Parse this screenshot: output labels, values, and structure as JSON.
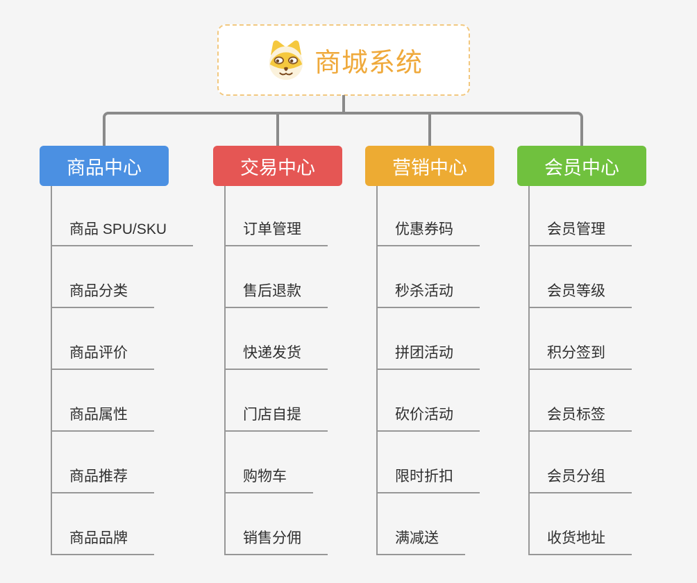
{
  "root": {
    "title": "商城系统",
    "icon": "dog-face-icon"
  },
  "branches": [
    {
      "label": "商品中心",
      "color": "#4B90E2",
      "items": [
        "商品 SPU/SKU",
        "商品分类",
        "商品评价",
        "商品属性",
        "商品推荐",
        "商品品牌"
      ]
    },
    {
      "label": "交易中心",
      "color": "#E55654",
      "items": [
        "订单管理",
        "售后退款",
        "快递发货",
        "门店自提",
        "购物车",
        "销售分佣"
      ]
    },
    {
      "label": "营销中心",
      "color": "#EDAB33",
      "items": [
        "优惠券码",
        "秒杀活动",
        "拼团活动",
        "砍价活动",
        "限时折扣",
        "满减送"
      ]
    },
    {
      "label": "会员中心",
      "color": "#70C13E",
      "items": [
        "会员管理",
        "会员等级",
        "积分签到",
        "会员标签",
        "会员分组",
        "收货地址"
      ]
    }
  ],
  "colors": {
    "background": "#F5F5F5",
    "root_accent": "#EFA93B",
    "root_border": "#F2C87F",
    "connector": "#8A8A8A",
    "line": "#979797",
    "leaf_text": "#2F2F2F"
  }
}
